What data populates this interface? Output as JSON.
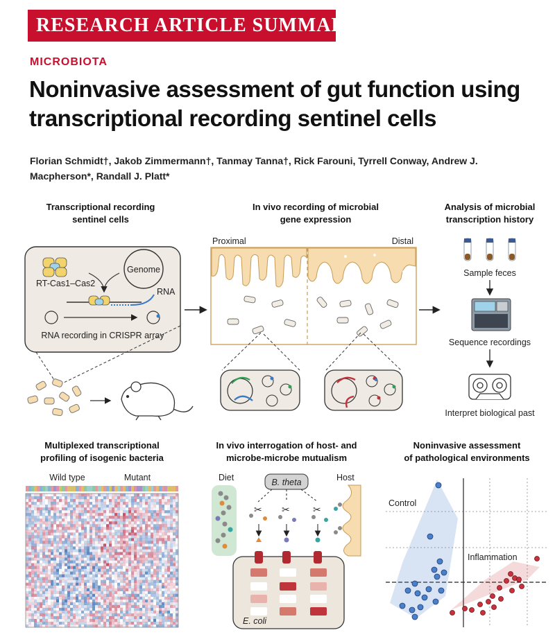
{
  "banner": "RESEARCH ARTICLE SUMMARY",
  "section": "MICROBIOTA",
  "title": "Noninvasive assessment of gut function using transcriptional recording sentinel cells",
  "authors": "Florian Schmidt†, Jakob Zimmermann†, Tanmay Tanna†, Rick Farouni, Tyrrell Conway, Andrew J. Macpherson*, Randall J. Platt*",
  "figure": {
    "panel1": {
      "heading_1": "Transcriptional recording",
      "heading_2": "sentinel cells",
      "rt_cas": "RT-Cas1–Cas2",
      "genome": "Genome",
      "rna": "RNA",
      "caption": "RNA recording in CRISPR array"
    },
    "panel2": {
      "heading_1": "In vivo recording of microbial",
      "heading_2": "gene expression",
      "proximal": "Proximal",
      "distal": "Distal"
    },
    "panel3": {
      "heading_1": "Analysis of microbial",
      "heading_2": "transcription history",
      "sample": "Sample feces",
      "sequence": "Sequence recordings",
      "interpret": "Interpret biological past"
    },
    "panel4": {
      "heading_1": "Multiplexed transcriptional",
      "heading_2": "profiling of isogenic bacteria",
      "wild_type": "Wild type",
      "mutant": "Mutant"
    },
    "panel5": {
      "heading_1": "In vivo interrogation of host- and",
      "heading_2": "microbe-microbe mutualism",
      "diet": "Diet",
      "btheta": "B. theta",
      "host": "Host",
      "ecoli": "E. coli"
    },
    "panel6": {
      "heading_1": "Noninvasive assessment",
      "heading_2": "of pathological environments",
      "control": "Control",
      "inflammation": "Inflammation"
    }
  },
  "colors": {
    "accent_red": "#c8102e",
    "tissue": "#f6dcae",
    "cell_bg": "#f1ece4",
    "cas_yellow": "#f3d36b",
    "cas_blue": "#9fd3ea",
    "control_blue": "#3a74c4",
    "inflammation_red": "#c2303a"
  }
}
